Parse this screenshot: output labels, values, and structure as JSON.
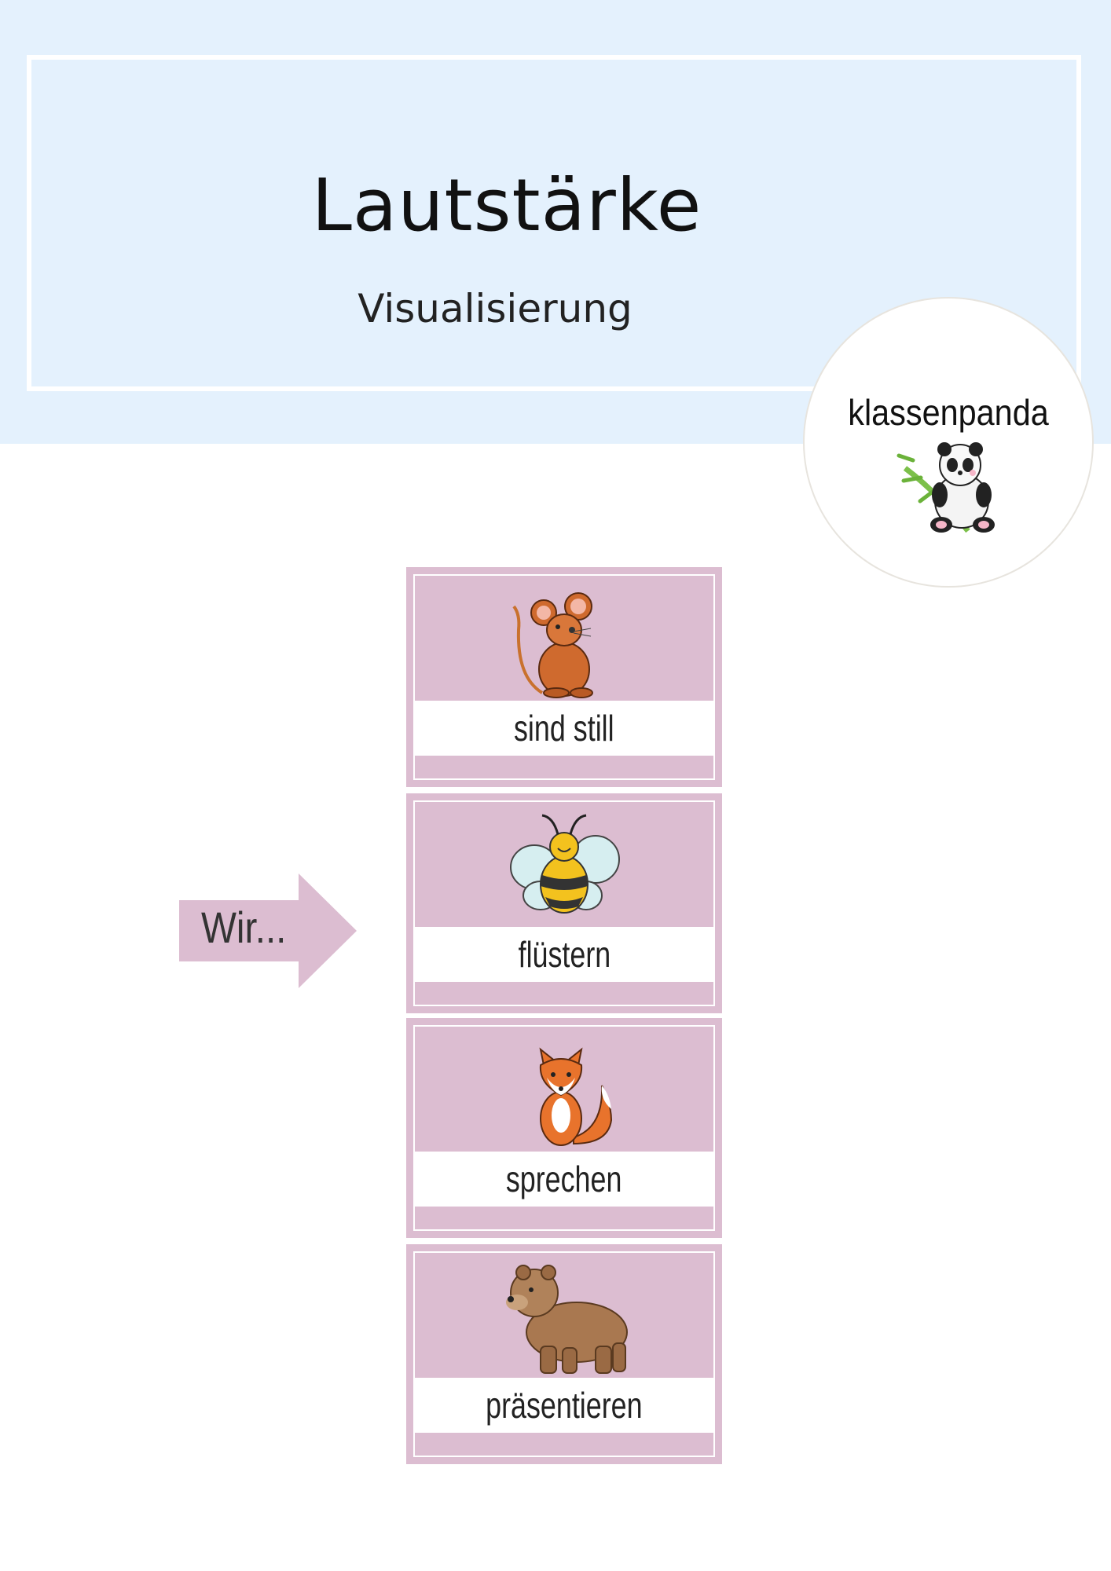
{
  "header": {
    "title": "Lautstärke",
    "subtitle": "Visualisierung"
  },
  "brand": {
    "name": "klassenpanda",
    "logo": "panda-bamboo-logo"
  },
  "pointer": {
    "label": "Wir..."
  },
  "cards": [
    {
      "label": "sind still",
      "icon": "mouse-icon"
    },
    {
      "label": "flüstern",
      "icon": "bee-icon"
    },
    {
      "label": "sprechen",
      "icon": "fox-icon"
    },
    {
      "label": "präsentieren",
      "icon": "bear-icon"
    }
  ],
  "colors": {
    "header_bg": "#e4f1fd",
    "card_bg": "#dcbdd1",
    "arrow": "#dcbdd1"
  }
}
